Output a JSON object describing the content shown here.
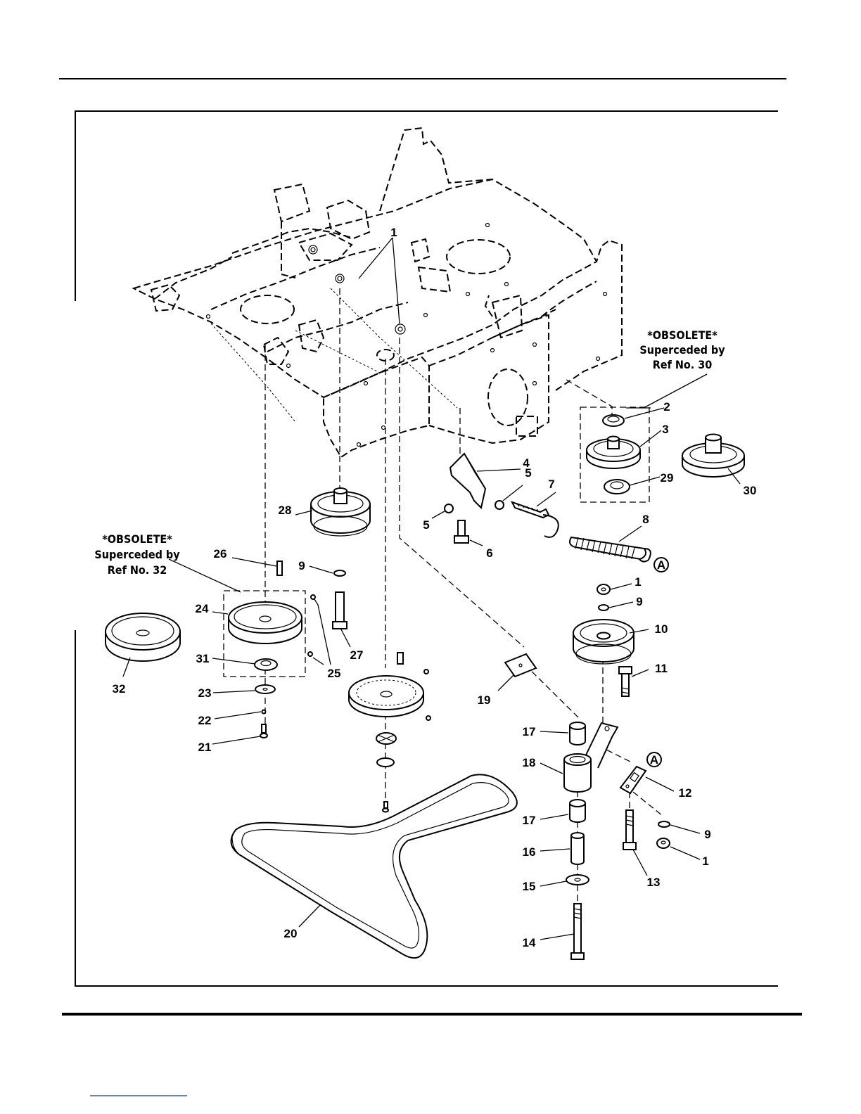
{
  "notes": {
    "obsolete_a": {
      "line1": "*OBSOLETE*",
      "line2": "Superceded by",
      "line3": "Ref No. 30"
    },
    "obsolete_b": {
      "line1": "*OBSOLETE*",
      "line2": "Superceded by",
      "line3": "Ref No. 32"
    }
  },
  "callouts": {
    "c1a": "1",
    "c1b": "1",
    "c1c": "1",
    "c2": "2",
    "c3": "3",
    "c4": "4",
    "c5a": "5",
    "c5b": "5",
    "c6": "6",
    "c7": "7",
    "c8": "8",
    "c9a": "9",
    "c9b": "9",
    "c9c": "9",
    "c10": "10",
    "c11": "11",
    "c12": "12",
    "c13": "13",
    "c14": "14",
    "c15": "15",
    "c16": "16",
    "c17a": "17",
    "c17b": "17",
    "c18": "18",
    "c19": "19",
    "c20": "20",
    "c21": "21",
    "c22": "22",
    "c23": "23",
    "c24": "24",
    "c25": "25",
    "c26": "26",
    "c27": "27",
    "c28": "28",
    "c29": "29",
    "c30": "30",
    "c31": "31",
    "c32": "32",
    "markerA1": "A",
    "markerA2": "A"
  }
}
